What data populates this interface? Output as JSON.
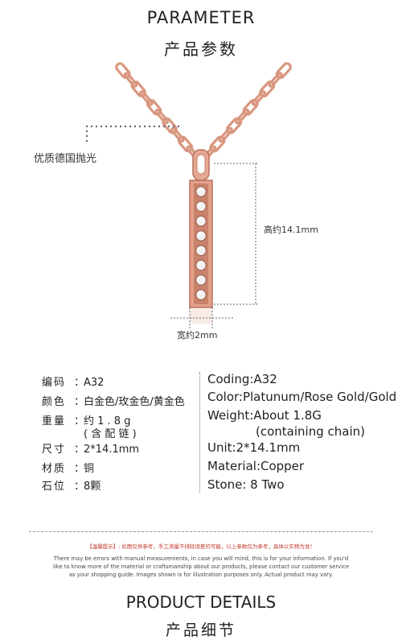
{
  "header": {
    "title_en": "PARAMETER",
    "title_zh": "产品参数"
  },
  "product": {
    "polish_label": "优质德国抛光",
    "height_label": "高约14.1mm",
    "width_label": "宽约2mm",
    "metal_color": "#d9977f",
    "gem_color": "#f2f2f2"
  },
  "specs_zh": [
    {
      "label": "编码",
      "value": "A32"
    },
    {
      "label": "颜色",
      "value": "白金色/玫金色/黄金色"
    },
    {
      "label": "重量",
      "value": "约 1 . 8 g",
      "value2": "( 含 配 链 )"
    },
    {
      "label": "尺寸",
      "value": "2*14.1mm"
    },
    {
      "label": "材质",
      "value": "铜"
    },
    {
      "label": "石位",
      "value": "8颗"
    }
  ],
  "specs_en": [
    "Coding:A32",
    "Color:Platunum/Rose Gold/Gold",
    "Weight:About 1.8G",
    "(containing chain)",
    "Unit:2*14.1mm",
    "Material:Copper",
    "Stone: 8 Two"
  ],
  "notice": {
    "warning": "【温馨提示】: 此图仅供参考，手工测量不排除误差的可能，以上参数仅为参考，具体以实物为准！",
    "disclaimer_1": "There may be errors with manual measurements, in case you will mind, this is for your information. If you'd",
    "disclaimer_2": "like to know more of the material or craftsmanship about our products, please contact our customer service",
    "disclaimer_3": "as your shopping guide. Images shown is for illustration purposes only. Actual product may vary."
  },
  "footer": {
    "title_en": "PRODUCT DETAILS",
    "title_zh": "产品细节"
  }
}
